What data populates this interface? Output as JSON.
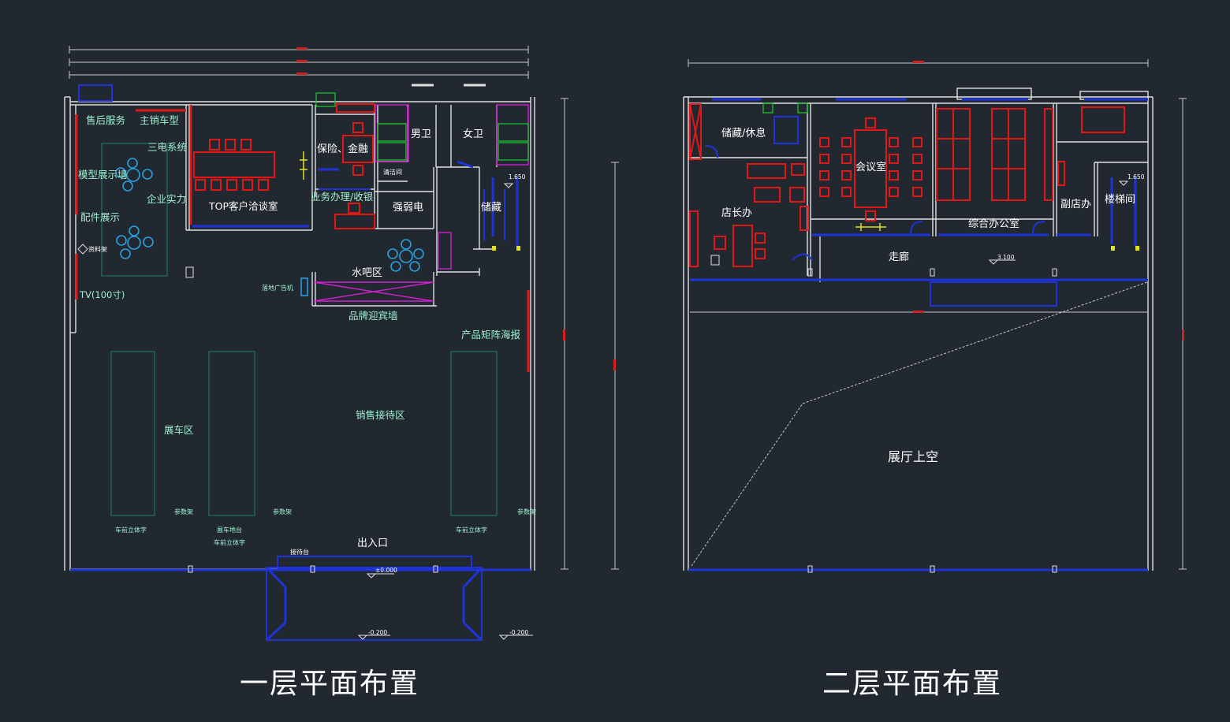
{
  "titles": {
    "floor1": "一层平面布置",
    "floor2": "二层平面布置"
  },
  "floor1": {
    "after_sales": "售后服务",
    "main_models": "主销车型",
    "sandian": "三电系统",
    "model_wall": "模型展示墙",
    "company": "企业实力",
    "parts": "配件展示",
    "rack": "资料架",
    "tv": "TV(100寸)",
    "top_room": "TOP客户洽谈室",
    "insurance": "保险、金融",
    "business": "业务办理/收银",
    "mens": "男卫",
    "womens": "女卫",
    "cleaning": "清洁间",
    "electric": "强弱电",
    "storage": "储藏",
    "water_bar": "水吧区",
    "floor_ad": "落地广告机",
    "brand_wall": "品牌迎宾墙",
    "poster": "产品矩阵海报",
    "display": "展车区",
    "reception": "销售接待区",
    "param_rack": "参数架",
    "car_sign": "车前立体字",
    "car_platform": "展车地台",
    "desk": "接待台",
    "entrance": "出入口",
    "lvl_0": "±0.000",
    "lvl_m200a": "-0.200",
    "lvl_m200b": "-0.200",
    "lvl_stair": "1.650"
  },
  "floor2": {
    "storage_rest": "储藏/休息",
    "meeting": "会议室",
    "manager": "店长办",
    "office": "综合办公室",
    "deputy": "副店办",
    "stairs": "楼梯间",
    "corridor": "走廊",
    "void": "展厅上空",
    "lvl_3100": "3.100",
    "lvl_stair": "1.650"
  }
}
